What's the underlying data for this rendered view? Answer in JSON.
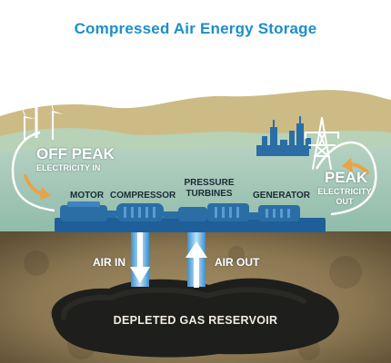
{
  "title": "Compressed Air Energy Storage",
  "labels": {
    "off_peak": "OFF PEAK",
    "electricity_in": "ELECTRICITY IN",
    "peak": "PEAK",
    "electricity_out_1": "ELECTRICITY",
    "electricity_out_2": "OUT",
    "motor": "MOTOR",
    "compressor": "COMPRESSOR",
    "pressure_1": "PRESSURE",
    "pressure_2": "TURBINES",
    "generator": "GENERATOR",
    "air_in": "AIR IN",
    "air_out": "AIR OUT",
    "reservoir": "DEPLETED GAS RESERVOIR"
  },
  "colors": {
    "title": "#1a8fc9",
    "sky": "#ffffff",
    "hills_far": "#cdbb86",
    "hills_near": "#b7d2b7",
    "land": "#9ec2b4",
    "machinery": "#2b6ea6",
    "ground": "#8c7a55",
    "reservoir": "#1e1e1c",
    "flow_arrow": "#e9a347",
    "air_pipe": "#7fc6ef"
  }
}
